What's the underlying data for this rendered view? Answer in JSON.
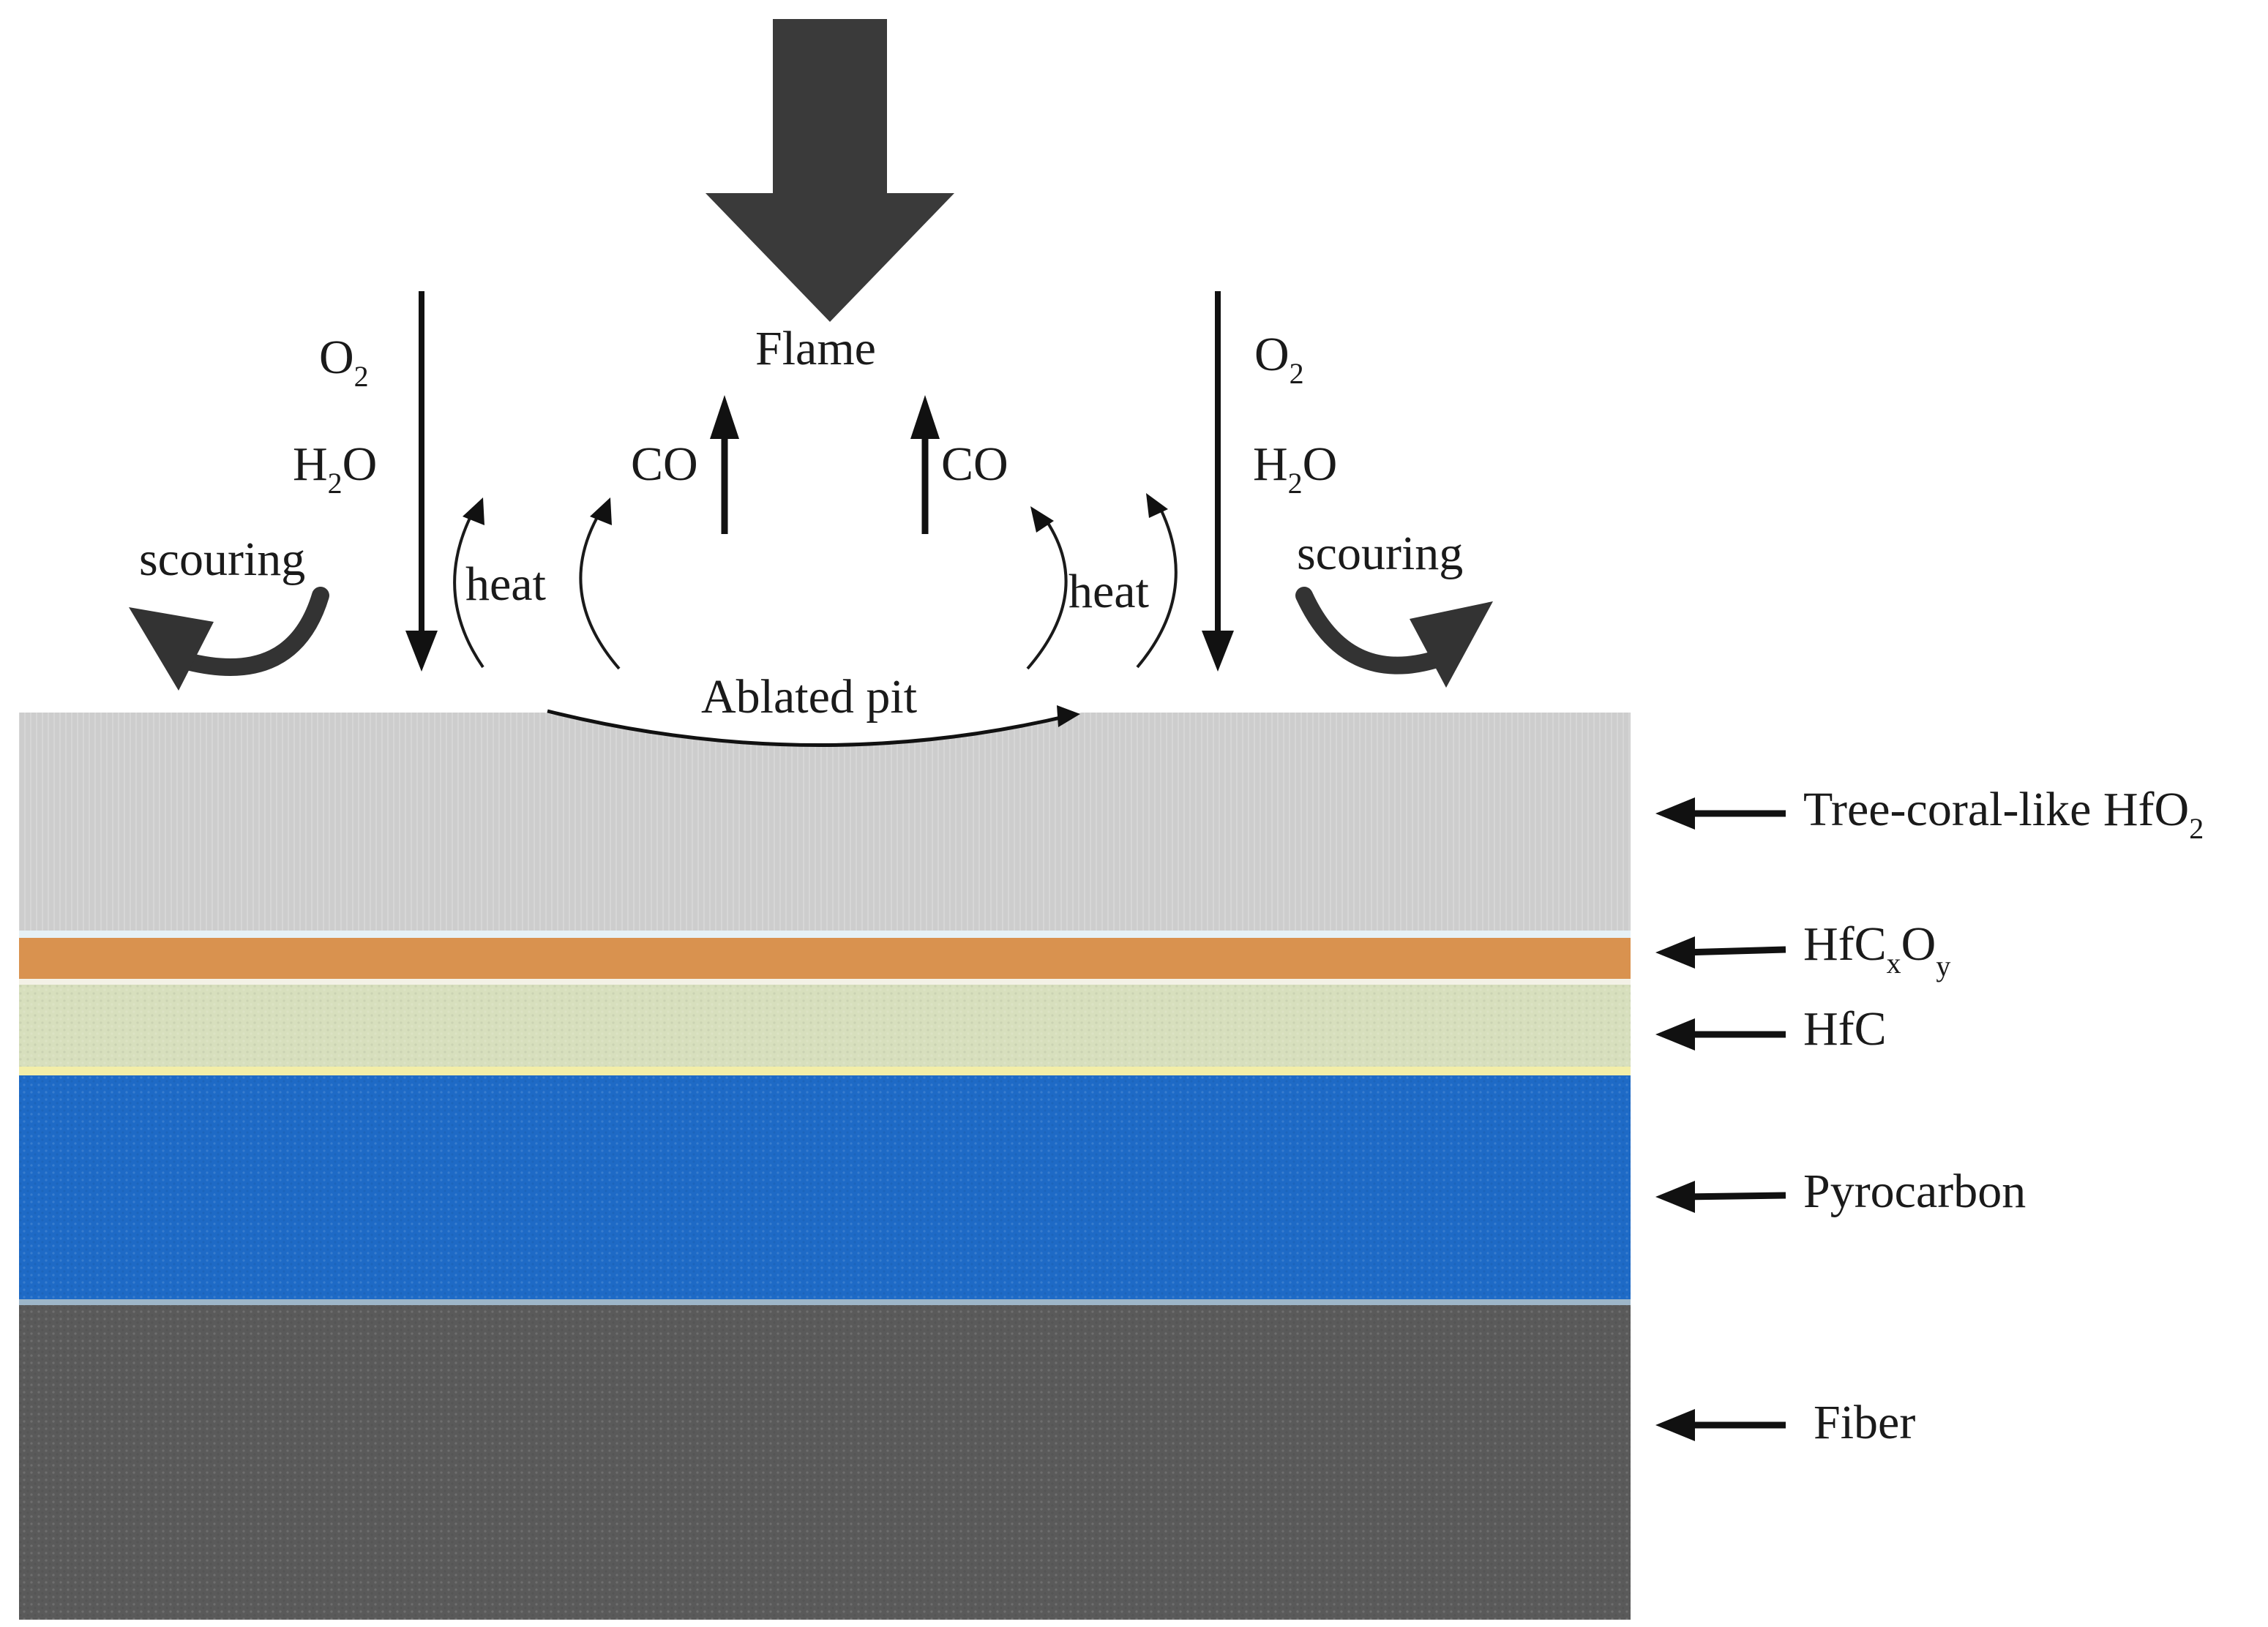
{
  "labels": {
    "flame": "Flame",
    "o2_left": {
      "base": "O",
      "sub": "2"
    },
    "h2o_left": {
      "pre": "H",
      "sub": "2",
      "post": "O"
    },
    "o2_right": {
      "base": "O",
      "sub": "2"
    },
    "h2o_right": {
      "pre": "H",
      "sub": "2",
      "post": "O"
    },
    "co_left": "CO",
    "co_right": "CO",
    "heat_left": "heat",
    "heat_right": "heat",
    "scouring_left": "scouring",
    "scouring_right": "scouring",
    "ablated_pit": "Ablated pit"
  },
  "layers": [
    {
      "name": "tree-coral-hfo2",
      "label": {
        "base": "Tree-coral-like HfO",
        "sub": "2"
      },
      "color": "#cdcdcd"
    },
    {
      "name": "hfcxoy",
      "label": {
        "base": "HfC",
        "sub1": "x",
        "mid": "O",
        "sub2": "y"
      },
      "color": "#d9924f"
    },
    {
      "name": "hfc",
      "label": {
        "base": "HfC"
      },
      "color": "#d7dfbd"
    },
    {
      "name": "pyrocarbon",
      "label": {
        "base": "Pyrocarbon"
      },
      "color": "#1e6ac6"
    },
    {
      "name": "fiber",
      "label": {
        "base": "Fiber"
      },
      "color": "#5a5a5a"
    }
  ],
  "colors": {
    "arrow_dark": "#3a3a3a",
    "arrow_black": "#111111",
    "background": "#ffffff"
  }
}
